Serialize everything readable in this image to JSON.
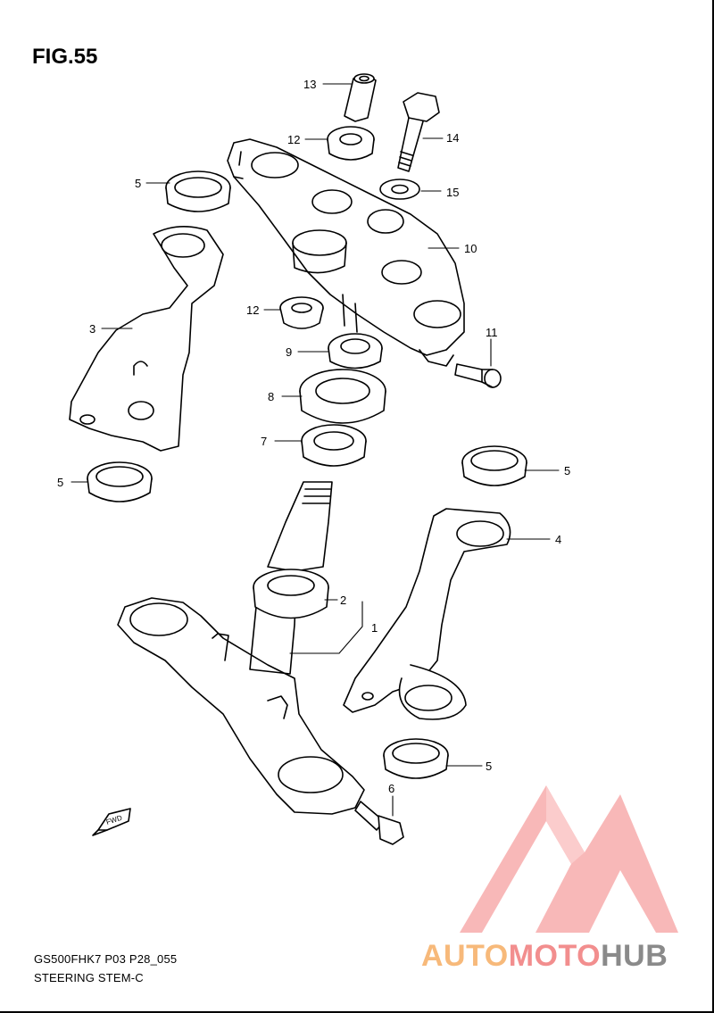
{
  "figure": {
    "title": "FIG.55",
    "code": "GS500FHK7 P03 P28_055",
    "name": "STEERING STEM-C"
  },
  "callouts": {
    "c1": "1",
    "c2": "2",
    "c3": "3",
    "c4": "4",
    "c5a": "5",
    "c5b": "5",
    "c5c": "5",
    "c5d": "5",
    "c6": "6",
    "c7": "7",
    "c8": "8",
    "c9": "9",
    "c10": "10",
    "c11": "11",
    "c12a": "12",
    "c12b": "12",
    "c13": "13",
    "c14": "14",
    "c15": "15"
  },
  "fwd_label": "FWD",
  "watermark": {
    "part1": "AUTO",
    "part2": "MOTO",
    "part3": "HUB",
    "colors": {
      "orange": "#f7b97a",
      "red": "#f28e8e",
      "gray": "#8a8a8a"
    }
  }
}
